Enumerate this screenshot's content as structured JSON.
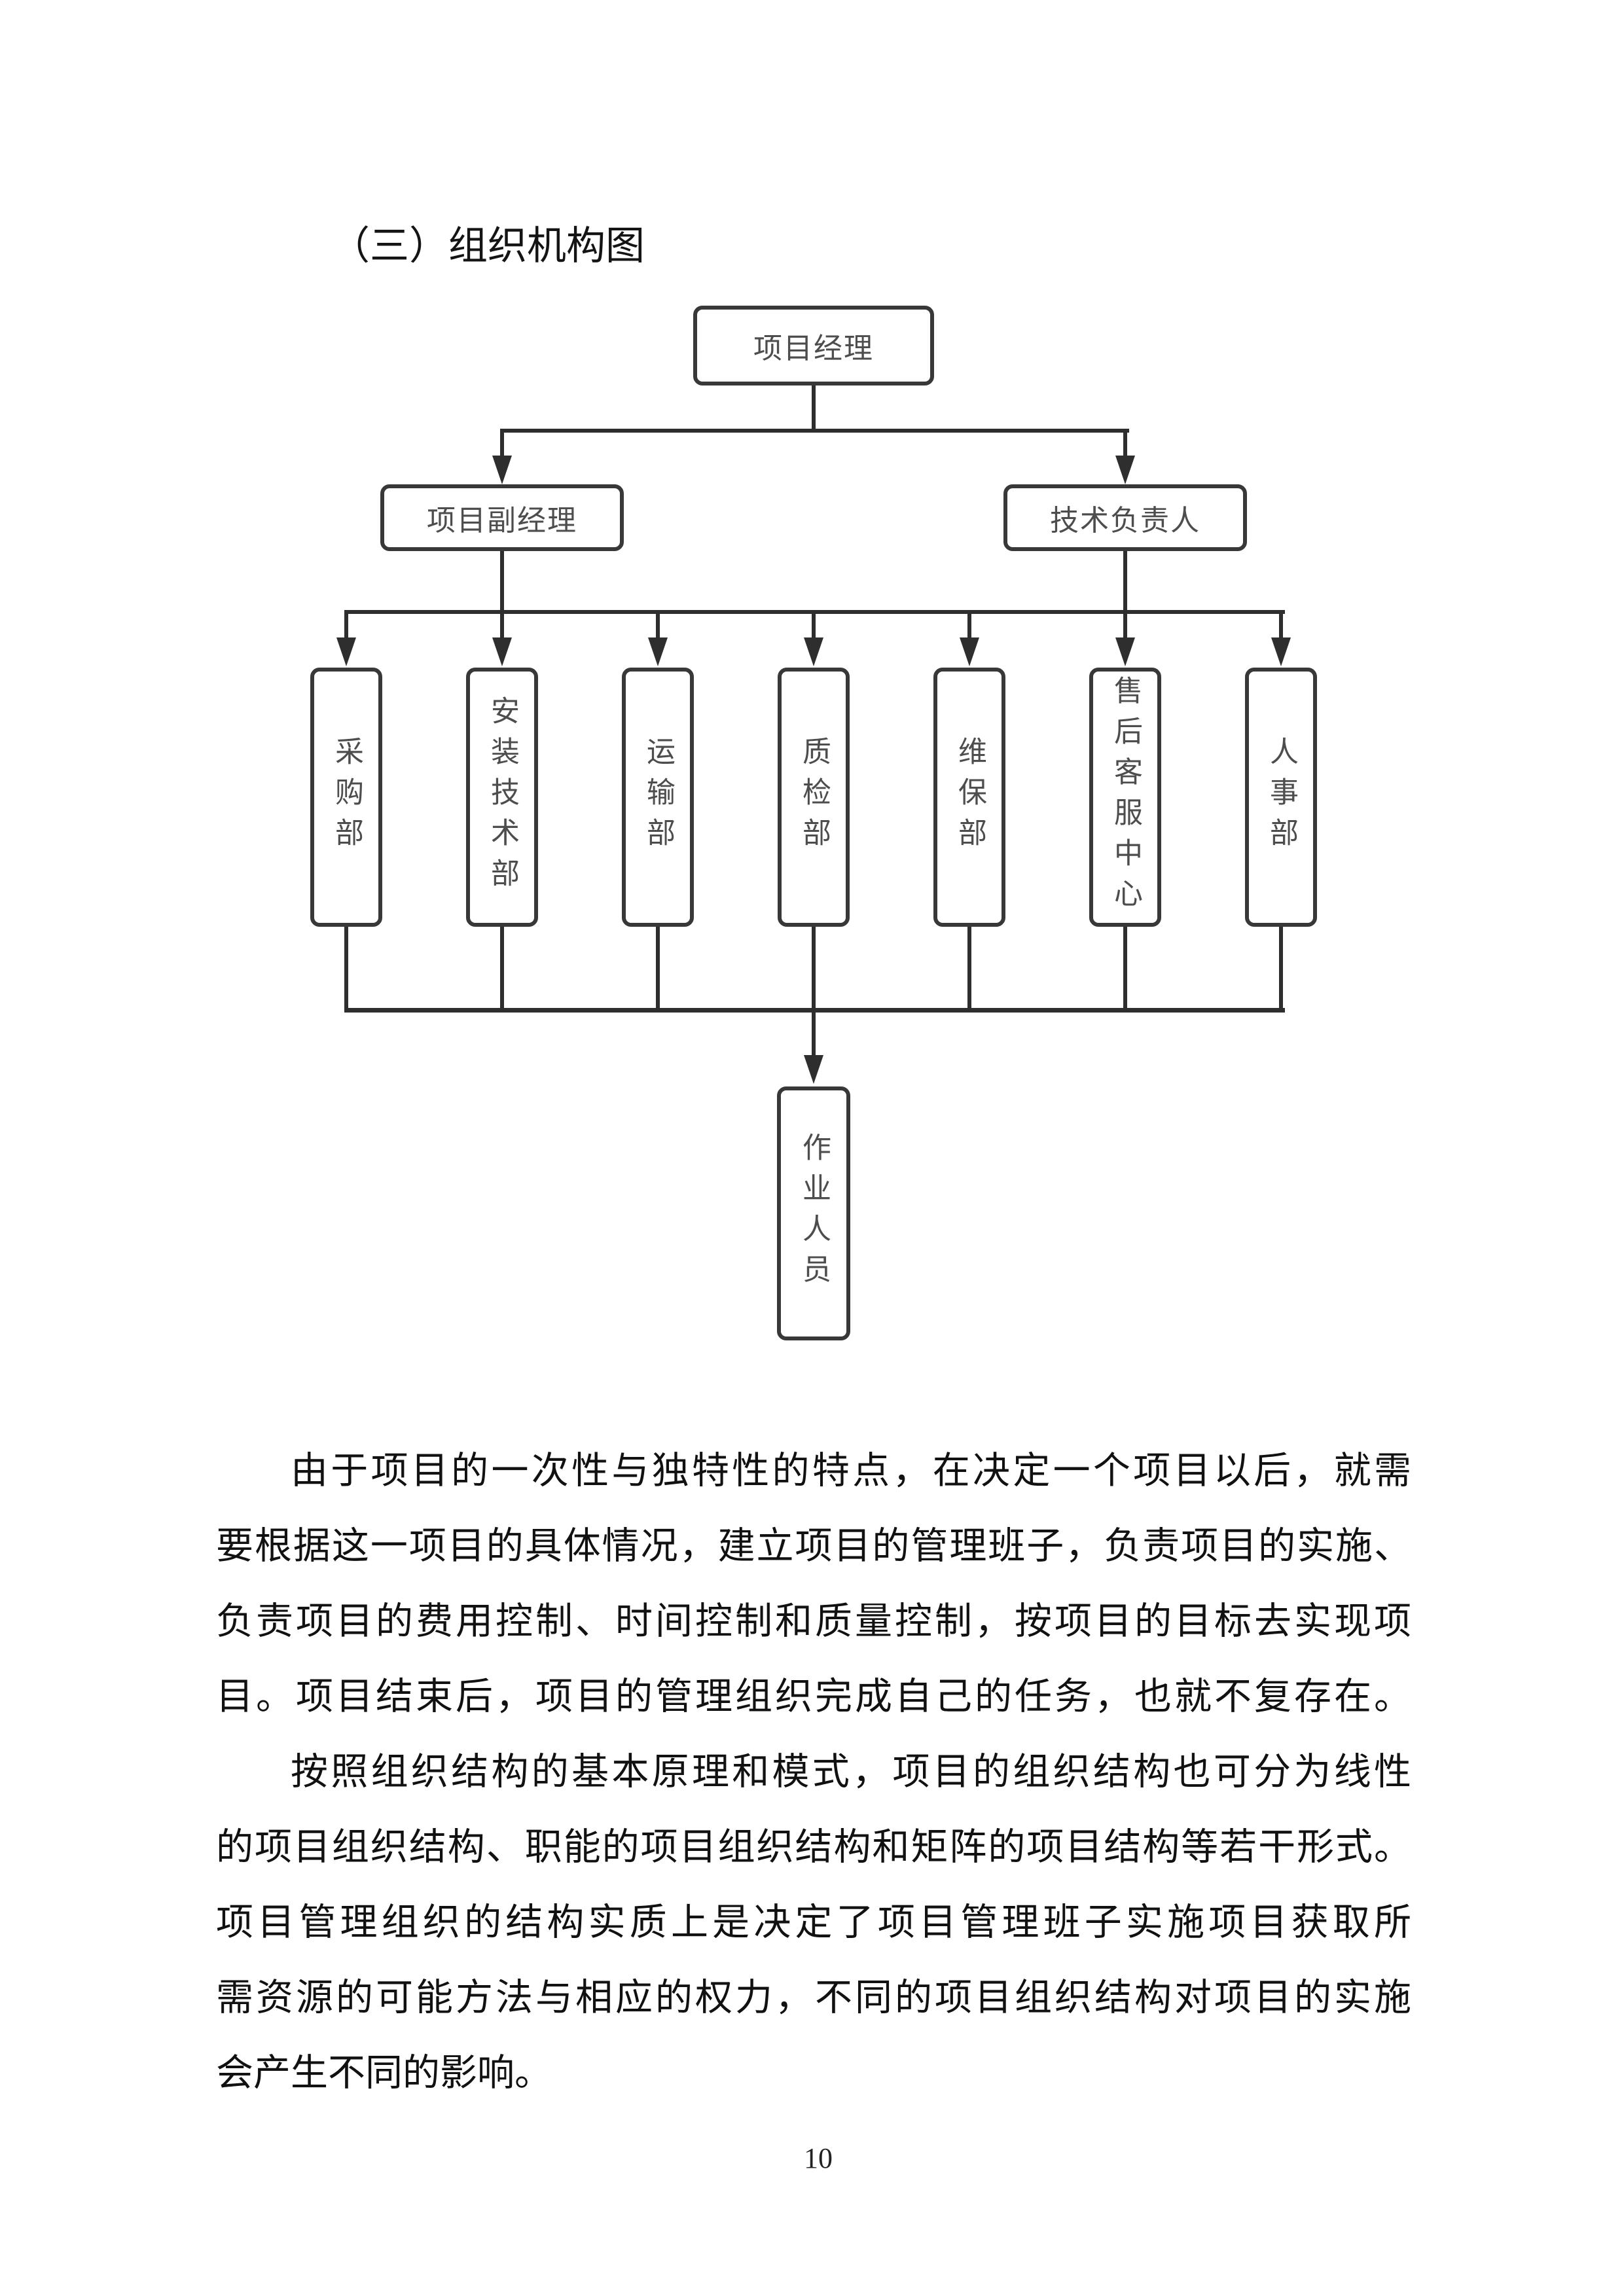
{
  "heading": "（三）组织机构图",
  "diagram": {
    "root": {
      "label": "项目经理"
    },
    "level2": [
      {
        "label": "项目副经理"
      },
      {
        "label": "技术负责人"
      }
    ],
    "level3": [
      {
        "label": "采购部"
      },
      {
        "label": "安装技术部"
      },
      {
        "label": "运输部"
      },
      {
        "label": "质检部"
      },
      {
        "label": "维保部"
      },
      {
        "label": "售后客服中心"
      },
      {
        "label": "人事部"
      }
    ],
    "bottom": {
      "label": "作业人员"
    }
  },
  "paragraphs": [
    {
      "lines": [
        "由于项目的一次性与独特性的特点，在决定一个项目以后，就需",
        "要根据这一项目的具体情况，建立项目的管理班子，负责项目的实施、",
        "负责项目的费用控制、时间控制和质量控制，按项目的目标去实现项",
        "目。项目结束后，项目的管理组织完成自己的任务，也就不复存在。"
      ]
    },
    {
      "lines": [
        "按照组织结构的基本原理和模式，项目的组织结构也可分为线性",
        "的项目组织结构、职能的项目组织结构和矩阵的项目结构等若干形式。",
        "项目管理组织的结构实质上是决定了项目管理班子实施项目获取所",
        "需资源的可能方法与相应的权力，不同的项目组织结构对项目的实施",
        "会产生不同的影响。"
      ]
    }
  ],
  "page": {
    "number": "10"
  },
  "colors": {
    "ink": "#2e2e2e",
    "node_border": "#383838",
    "node_label": "#4d4d4d",
    "body_text": "#111111"
  }
}
